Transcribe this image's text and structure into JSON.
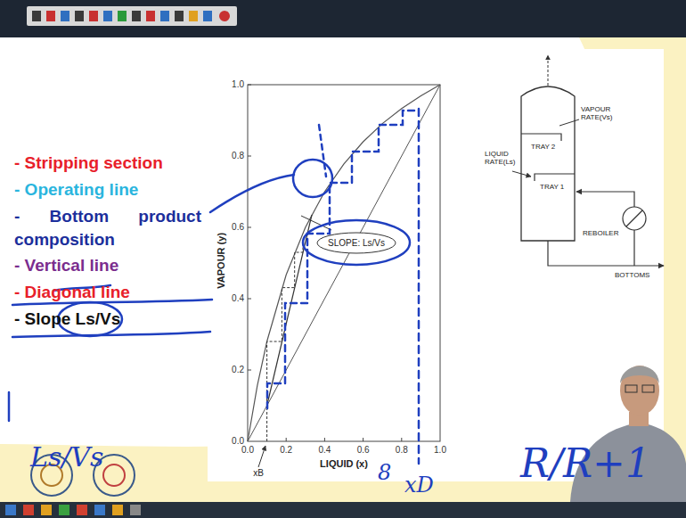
{
  "diagram": {
    "nodes": [
      {
        "text": [
          "SLOPE: Ls/Vs"
        ]
      }
    ],
    "labels": [
      "- Stripping section",
      "- Operating line",
      "- Bottom product composition",
      "- Vertical line",
      "- Diagonal line",
      "- Slope Ls/Vs",
      "1.0",
      "0.8",
      "0.6",
      "0.4",
      "0.2",
      "0.0",
      "0.0",
      "0.2",
      "0.4",
      "0.6",
      "0.8",
      "1.0",
      "VAPOUR (y)",
      "LIQUID (x)",
      "xB",
      "LIQUID RATE(Ls)",
      "TRAY 2",
      "TRAY 1",
      "VAPOUR RATE(Vs)",
      "REBOILER",
      "BOTTOMS",
      "Ls/Vs",
      "8",
      "xD",
      "R/R+1"
    ]
  }
}
